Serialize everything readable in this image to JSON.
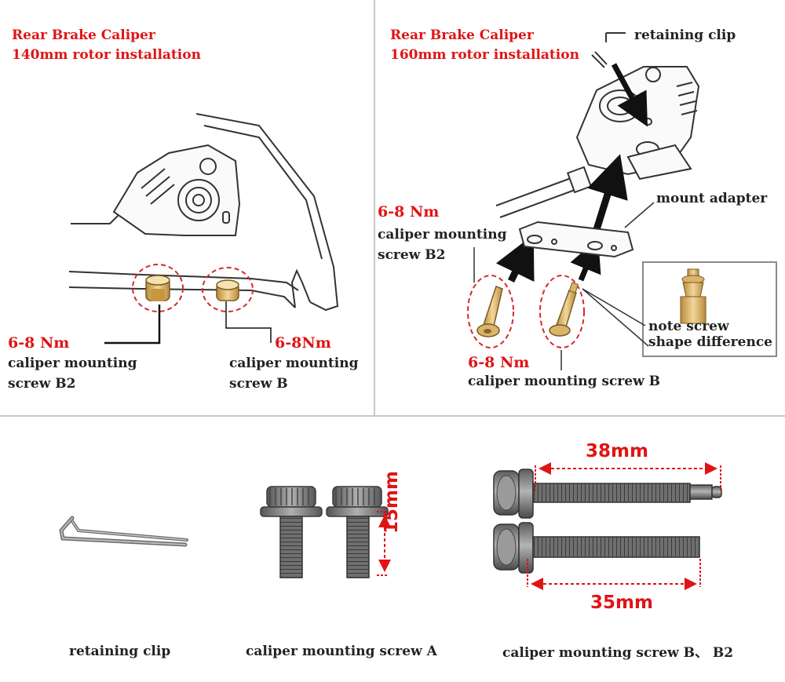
{
  "panels": {
    "left_top": {
      "title_line1": "Rear Brake Caliper",
      "title_line2": "140mm rotor installation",
      "screw_b2": {
        "torque": "6-8 Nm",
        "name_line1": "caliper mounting",
        "name_line2": "screw B2"
      },
      "screw_b": {
        "torque": "6-8Nm",
        "name_line1": "caliper mounting",
        "name_line2": "screw B"
      }
    },
    "right_top": {
      "title_line1": "Rear Brake Caliper",
      "title_line2": "160mm rotor installation",
      "retaining_clip": "retaining clip",
      "mount_adapter": "mount adapter",
      "screw_b2": {
        "torque": "6-8 Nm",
        "name_line1": "caliper mounting",
        "name_line2": "screw B2"
      },
      "screw_b": {
        "torque": "6-8 Nm",
        "name": "caliper mounting screw B"
      },
      "note_line1": "note screw",
      "note_line2": "shape difference"
    },
    "bottom": {
      "clip_caption": "retaining clip",
      "screw_a_caption": "caliper mounting screw A",
      "screw_b_caption": "caliper mounting screw B、 B2",
      "dim_15": "15mm",
      "dim_38": "38mm",
      "dim_35": "35mm"
    }
  },
  "colors": {
    "accent": "#e01414",
    "text": "#222222",
    "divider": "#c8c8c8",
    "brass": "#d9b46a",
    "steel": "#8a8a8a"
  }
}
